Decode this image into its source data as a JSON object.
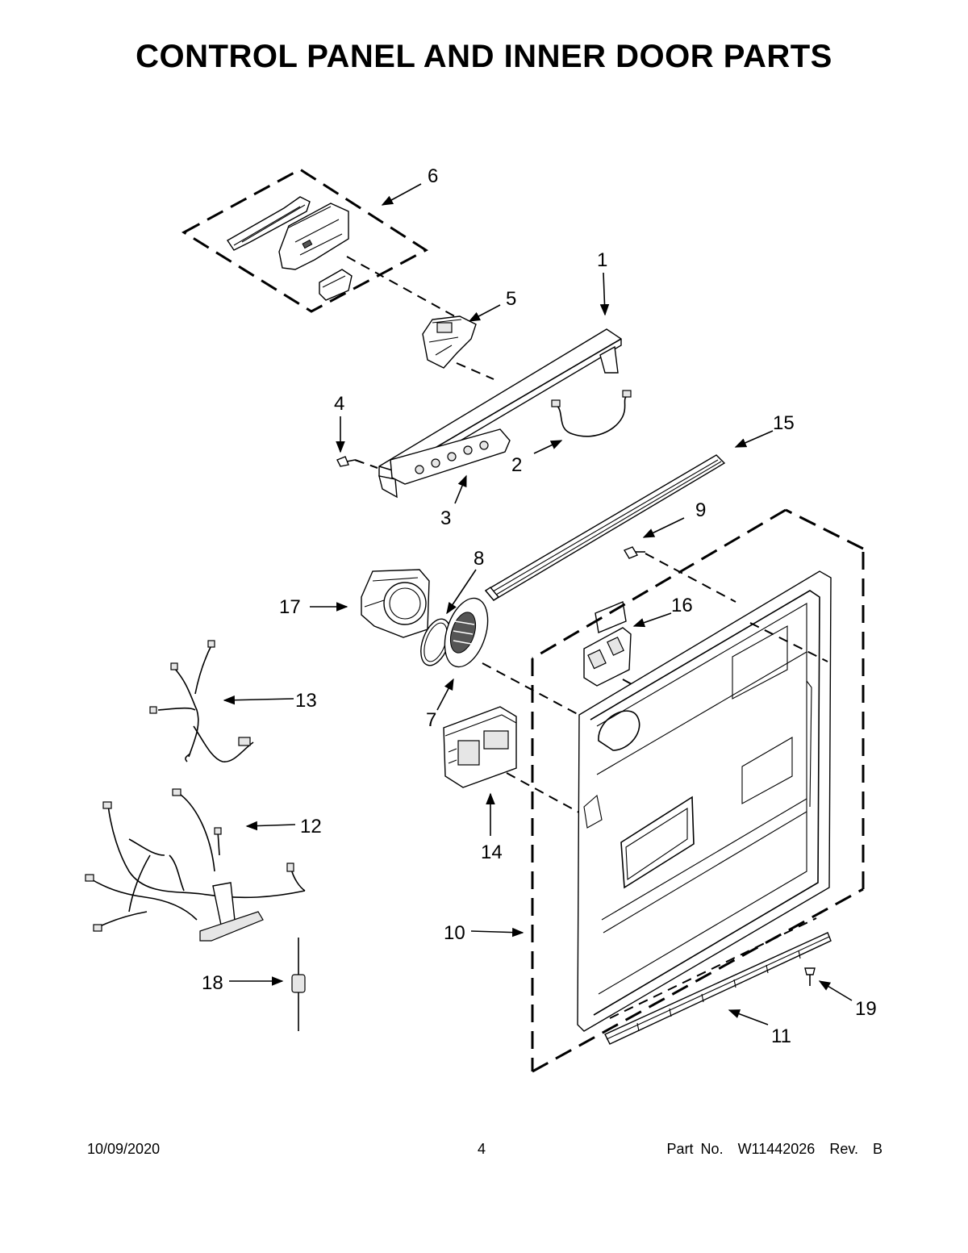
{
  "title": "CONTROL PANEL AND INNER DOOR PARTS",
  "callouts": [
    {
      "id": "1",
      "label": "1"
    },
    {
      "id": "2",
      "label": "2"
    },
    {
      "id": "3",
      "label": "3"
    },
    {
      "id": "4",
      "label": "4"
    },
    {
      "id": "5",
      "label": "5"
    },
    {
      "id": "6",
      "label": "6"
    },
    {
      "id": "7",
      "label": "7"
    },
    {
      "id": "8",
      "label": "8"
    },
    {
      "id": "9",
      "label": "9"
    },
    {
      "id": "10",
      "label": "10"
    },
    {
      "id": "11",
      "label": "11"
    },
    {
      "id": "12",
      "label": "12"
    },
    {
      "id": "13",
      "label": "13"
    },
    {
      "id": "14",
      "label": "14"
    },
    {
      "id": "15",
      "label": "15"
    },
    {
      "id": "16",
      "label": "16"
    },
    {
      "id": "17",
      "label": "17"
    },
    {
      "id": "18",
      "label": "18"
    },
    {
      "id": "19",
      "label": "19"
    }
  ],
  "footer": {
    "date": "10/09/2020",
    "page": "4",
    "part_number": "Part No.  W11442026  Rev.  B"
  }
}
